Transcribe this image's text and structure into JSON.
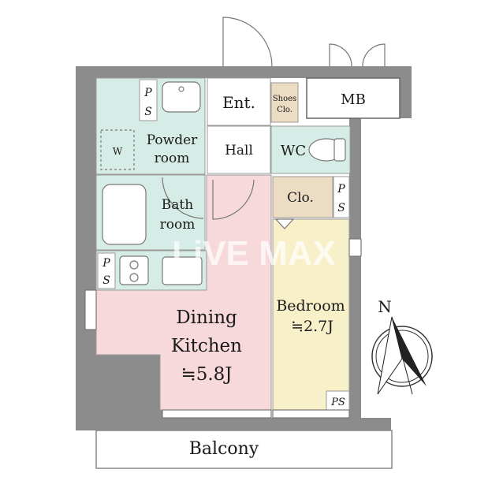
{
  "watermark": "LiVE MAX",
  "rooms": {
    "entrance": "Ent.",
    "shoes_closet_line1": "Shoes",
    "shoes_closet_line2": "Clo.",
    "meter_box": "MB",
    "powder_room_line1": "Powder",
    "powder_room_line2": "room",
    "washer": "W",
    "hall": "Hall",
    "wc": "WC",
    "closet": "Clo.",
    "bath_room_line1": "Bath",
    "bath_room_line2": "room",
    "dining_kitchen_line1": "Dining",
    "dining_kitchen_line2": "Kitchen",
    "dining_kitchen_size": "≒5.8J",
    "bedroom": "Bedroom",
    "bedroom_size": "≒2.7J",
    "balcony": "Balcony"
  },
  "pipe_spaces": {
    "ps_powder_p": "P",
    "ps_powder_s": "S",
    "ps_closet_p": "P",
    "ps_closet_s": "S",
    "ps_kitchen_p": "P",
    "ps_kitchen_s": "S",
    "ps_bedroom": "PS"
  },
  "compass": {
    "north_label": "N"
  },
  "colors": {
    "wall": "#8c8c8c",
    "wet_area": "#d6ece6",
    "dining_kitchen": "#f7d9dc",
    "bedroom": "#f8f0c8",
    "closet": "#eddcc4",
    "hall": "#ffffff"
  }
}
